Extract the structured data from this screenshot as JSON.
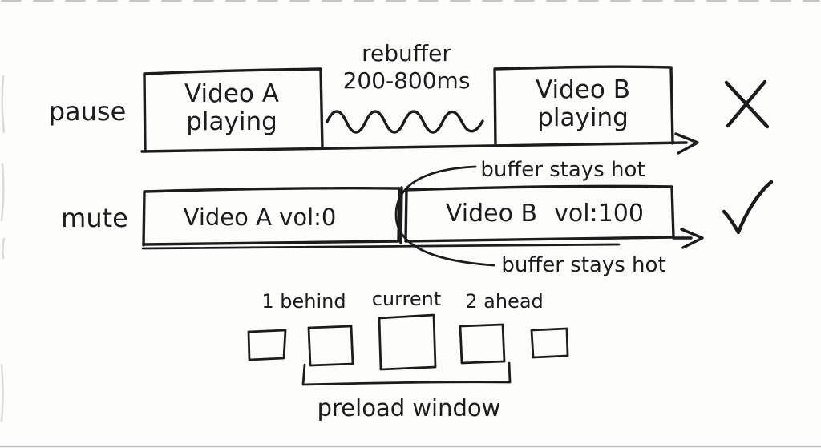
{
  "colors": {
    "ink": "#1c1c1c",
    "background": "#fdfdfc"
  },
  "pause_row": {
    "label": "pause",
    "video_a_line1": "Video A",
    "video_a_line2": "playing",
    "rebuffer_line1": "rebuffer",
    "rebuffer_line2": "200-800ms",
    "video_b_line1": "Video B",
    "video_b_line2": "playing",
    "verdict_icon": "x-mark"
  },
  "mute_row": {
    "label": "mute",
    "video_a": "Video A vol:0",
    "video_b_name": "Video B",
    "video_b_vol": "vol:100",
    "annotation_top": "buffer stays hot",
    "annotation_bottom": "buffer stays hot",
    "verdict_icon": "check-mark"
  },
  "preload_row": {
    "label_behind": "1 behind",
    "label_current": "current",
    "label_ahead": "2 ahead",
    "bracket_label": "preload window"
  }
}
